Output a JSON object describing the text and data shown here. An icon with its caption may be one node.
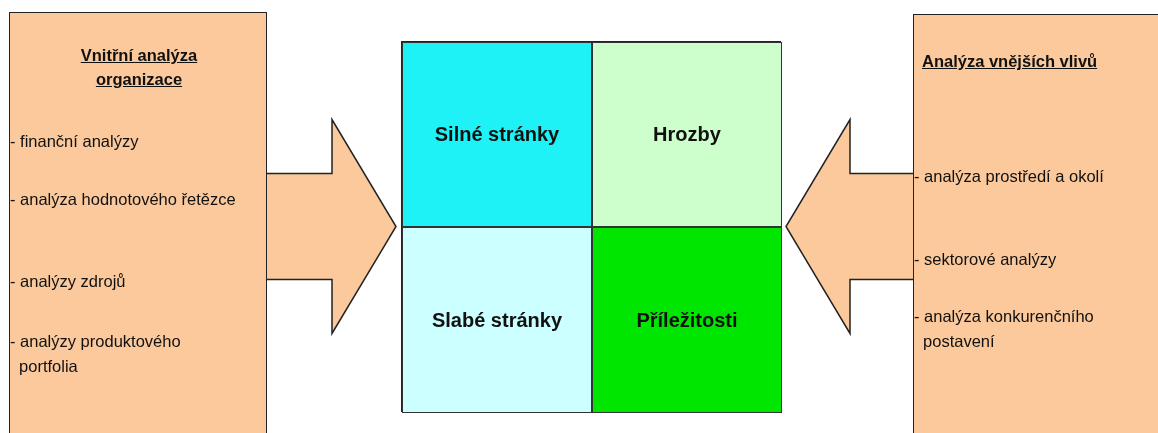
{
  "diagram": {
    "nodes": [
      {
        "text": [
          "Vnitřní analýza organizace",
          "- finanční analýzy",
          "- analýza hodnotového řetězce",
          "- analýzy zdrojů",
          "- analýzy produktového portfolia"
        ]
      },
      {
        "text": [],
        "shape": "box"
      },
      {
        "text": [
          "Silné stránky"
        ],
        "in": 1
      },
      {
        "text": [
          "Hrozby"
        ],
        "in": 1
      },
      {
        "text": [
          "Slabé stránky"
        ],
        "in": 1
      },
      {
        "text": [
          "Příležitosti"
        ],
        "in": 1
      },
      {
        "text": [
          "Analýza vnějších vlivů",
          "- analýza prostředí a okolí",
          "- sektorové analýzy",
          "- analýza konkurenčního postavení"
        ]
      }
    ],
    "edges": [
      {
        "from": 0,
        "to": 1,
        "arrow": "to"
      },
      {
        "from": 6,
        "to": 1,
        "arrow": "to"
      }
    ]
  }
}
